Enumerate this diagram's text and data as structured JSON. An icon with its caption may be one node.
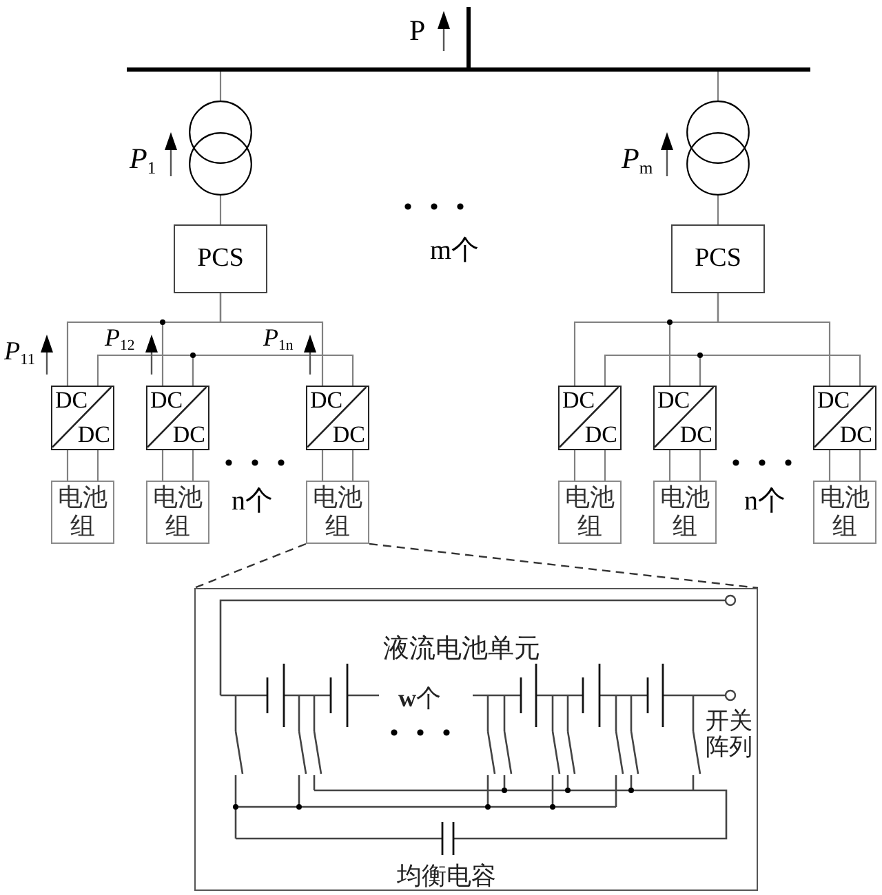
{
  "diagram": {
    "nodes": [
      {
        "text": [],
        "shape": "bar"
      },
      {
        "text": [],
        "shape": "circle"
      },
      {
        "text": [],
        "shape": "circle"
      },
      {
        "text": [
          "PCS"
        ]
      },
      {
        "text": [
          "PCS"
        ]
      },
      {
        "text": [
          "DC",
          "DC"
        ]
      },
      {
        "text": [
          "DC",
          "DC"
        ]
      },
      {
        "text": [
          "DC",
          "DC"
        ]
      },
      {
        "text": [
          "DC",
          "DC"
        ]
      },
      {
        "text": [
          "DC",
          "DC"
        ]
      },
      {
        "text": [
          "DC",
          "DC"
        ]
      },
      {
        "text": [
          "电池组"
        ]
      },
      {
        "text": [
          "电池组"
        ]
      },
      {
        "text": [
          "电池组"
        ]
      },
      {
        "text": [
          "电池组"
        ]
      },
      {
        "text": [
          "电池组"
        ]
      },
      {
        "text": [
          "电池组"
        ]
      },
      {
        "text": [
          "液流电池单元",
          "**w**个",
          "开关阵列",
          "均衡电容"
        ]
      }
    ],
    "edges": [
      {
        "from": null,
        "to": 0,
        "arrow": "none",
        "style": "thick",
        "color": "#000000"
      },
      {
        "from": 0,
        "to": 1,
        "arrow": "none"
      },
      {
        "from": 0,
        "to": 2,
        "arrow": "none"
      },
      {
        "from": 1,
        "to": 3,
        "arrow": "none"
      },
      {
        "from": 2,
        "to": 4,
        "arrow": "none"
      },
      {
        "from": 3,
        "to": 5,
        "arrow": "none"
      },
      {
        "from": 3,
        "to": 6,
        "arrow": "none"
      },
      {
        "from": 3,
        "to": 7,
        "arrow": "none"
      },
      {
        "from": 4,
        "to": 8,
        "arrow": "none"
      },
      {
        "from": 4,
        "to": 9,
        "arrow": "none"
      },
      {
        "from": 4,
        "to": 10,
        "arrow": "none"
      },
      {
        "from": 5,
        "to": 6,
        "arrow": "none"
      },
      {
        "from": 6,
        "to": 7,
        "arrow": "none"
      },
      {
        "from": 8,
        "to": 9,
        "arrow": "none"
      },
      {
        "from": 9,
        "to": 10,
        "arrow": "none"
      },
      {
        "from": 5,
        "to": 11,
        "arrow": "none"
      },
      {
        "from": 5,
        "to": 11,
        "arrow": "none"
      },
      {
        "from": 6,
        "to": 12,
        "arrow": "none"
      },
      {
        "from": 6,
        "to": 12,
        "arrow": "none"
      },
      {
        "from": 7,
        "to": 13,
        "arrow": "none"
      },
      {
        "from": 7,
        "to": 13,
        "arrow": "none"
      },
      {
        "from": 8,
        "to": 14,
        "arrow": "none"
      },
      {
        "from": 8,
        "to": 14,
        "arrow": "none"
      },
      {
        "from": 9,
        "to": 15,
        "arrow": "none"
      },
      {
        "from": 9,
        "to": 15,
        "arrow": "none"
      },
      {
        "from": 10,
        "to": 16,
        "arrow": "none"
      },
      {
        "from": 10,
        "to": 16,
        "arrow": "none"
      },
      {
        "from": 13,
        "to": 17,
        "arrow": "none",
        "style": "dashed",
        "color": "#333333"
      },
      {
        "from": 13,
        "to": 17,
        "arrow": "none",
        "style": "dashed",
        "color": "#333333"
      }
    ],
    "labels": [
      "P",
      "*P*$_{1}$",
      "*P*$_{m}$",
      "m个",
      "*P*$_{11}$",
      "*P*$_{12}$",
      "*P*$_{1n}$",
      "n个",
      "n个"
    ]
  }
}
